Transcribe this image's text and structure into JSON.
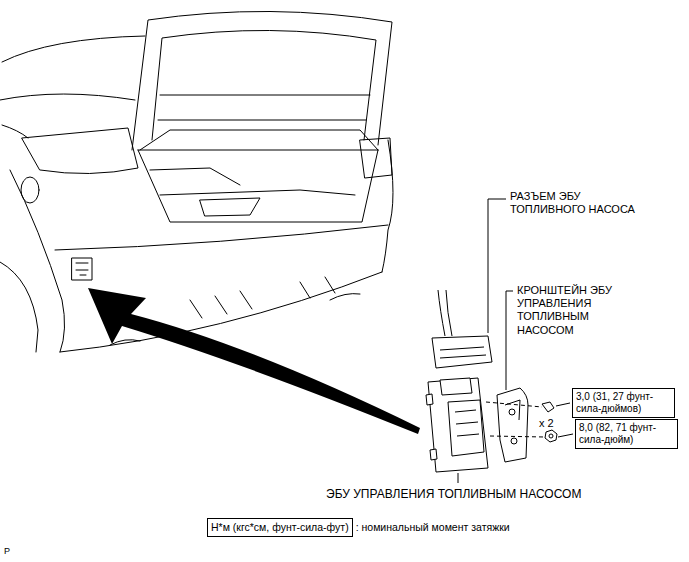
{
  "diagram": {
    "nodes": [
      {
        "text": [
          "3,0 (31, 27 фунт-сила-дюймов)"
        ]
      },
      {
        "text": [
          "8,0 (82, 71 фунт-сила-дюйм)"
        ]
      },
      {
        "text": [
          "Н*м (кгс*см, фунт-сила-фут)"
        ]
      }
    ],
    "labels": [
      "РАЗЪЕМ ЭБУ ТОПЛИВНОГО НАСОСА",
      "КРОНШТЕЙН ЭБУ УПРАВЛЕНИЯ ТОПЛИВНЫМ НАСОСОМ",
      "x 2",
      "ЭБУ УПРАВЛЕНИЯ ТОПЛИВНЫМ НАСОСОМ",
      ": номинальный момент затяжки",
      "P"
    ]
  }
}
